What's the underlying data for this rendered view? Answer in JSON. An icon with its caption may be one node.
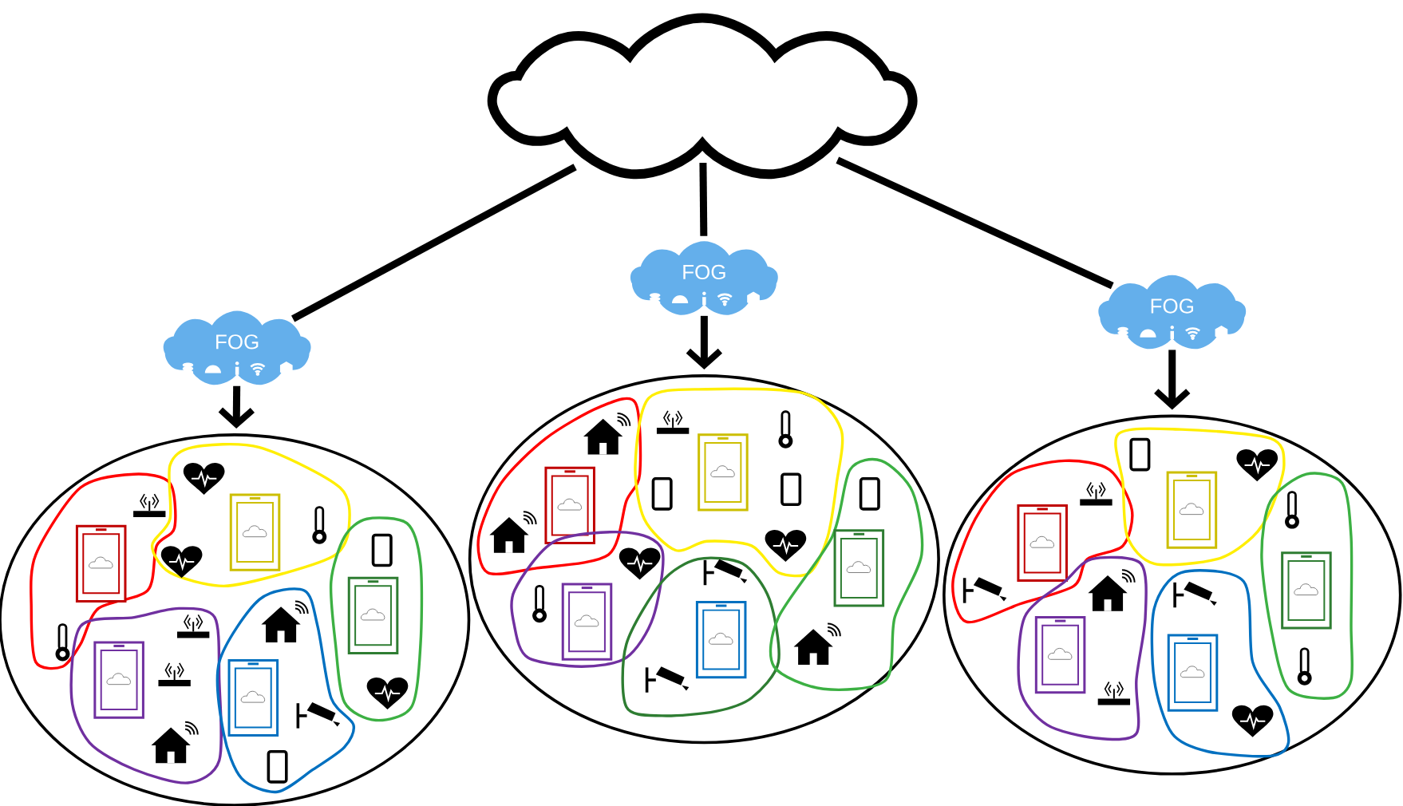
{
  "diagram": {
    "nodes": [
      {
        "text": [],
        "shape": "cloud"
      },
      {
        "text": [
          "FOG"
        ]
      },
      {
        "text": [
          "FOG"
        ]
      },
      {
        "text": [
          "FOG"
        ]
      },
      {
        "text": [],
        "shape": "ellipse"
      },
      {
        "text": [],
        "shape": "ellipse"
      },
      {
        "text": [],
        "shape": "ellipse"
      }
    ],
    "edges": [
      {
        "from": 0,
        "to": 1,
        "arrow": "none"
      },
      {
        "from": 0,
        "to": 2,
        "arrow": "none"
      },
      {
        "from": 0,
        "to": 3,
        "arrow": "none"
      },
      {
        "from": 1,
        "to": 4,
        "arrow": "to"
      },
      {
        "from": 2,
        "to": 5,
        "arrow": "to"
      },
      {
        "from": 3,
        "to": 6,
        "arrow": "to"
      }
    ]
  }
}
